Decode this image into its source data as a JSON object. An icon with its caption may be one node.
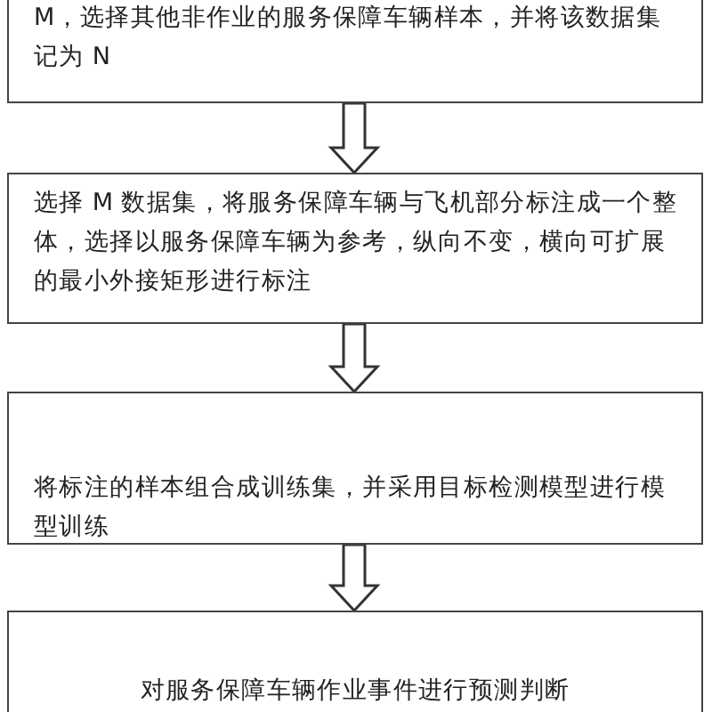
{
  "diagram": {
    "nodes": [
      {
        "text": [
          "M，选择其他非作业的服务保障车辆样本，并将该数据集记为 N"
        ]
      },
      {
        "text": [
          "选择 M 数据集，将服务保障车辆与飞机部分标注成一个整体，选择以服务保障车辆为参考，纵向不变，横向可扩展的最小外接矩形进行标注"
        ]
      },
      {
        "text": [
          "将标注的样本组合成训练集，并采用目标检测模型进行模型训练"
        ]
      },
      {
        "text": [
          "对服务保障车辆作业事件进行预测判断"
        ]
      }
    ],
    "edges": [
      {
        "from": 0,
        "to": 1,
        "arrow": "to"
      },
      {
        "from": 1,
        "to": 2,
        "arrow": "to"
      },
      {
        "from": 2,
        "to": 3,
        "arrow": "to"
      }
    ]
  }
}
